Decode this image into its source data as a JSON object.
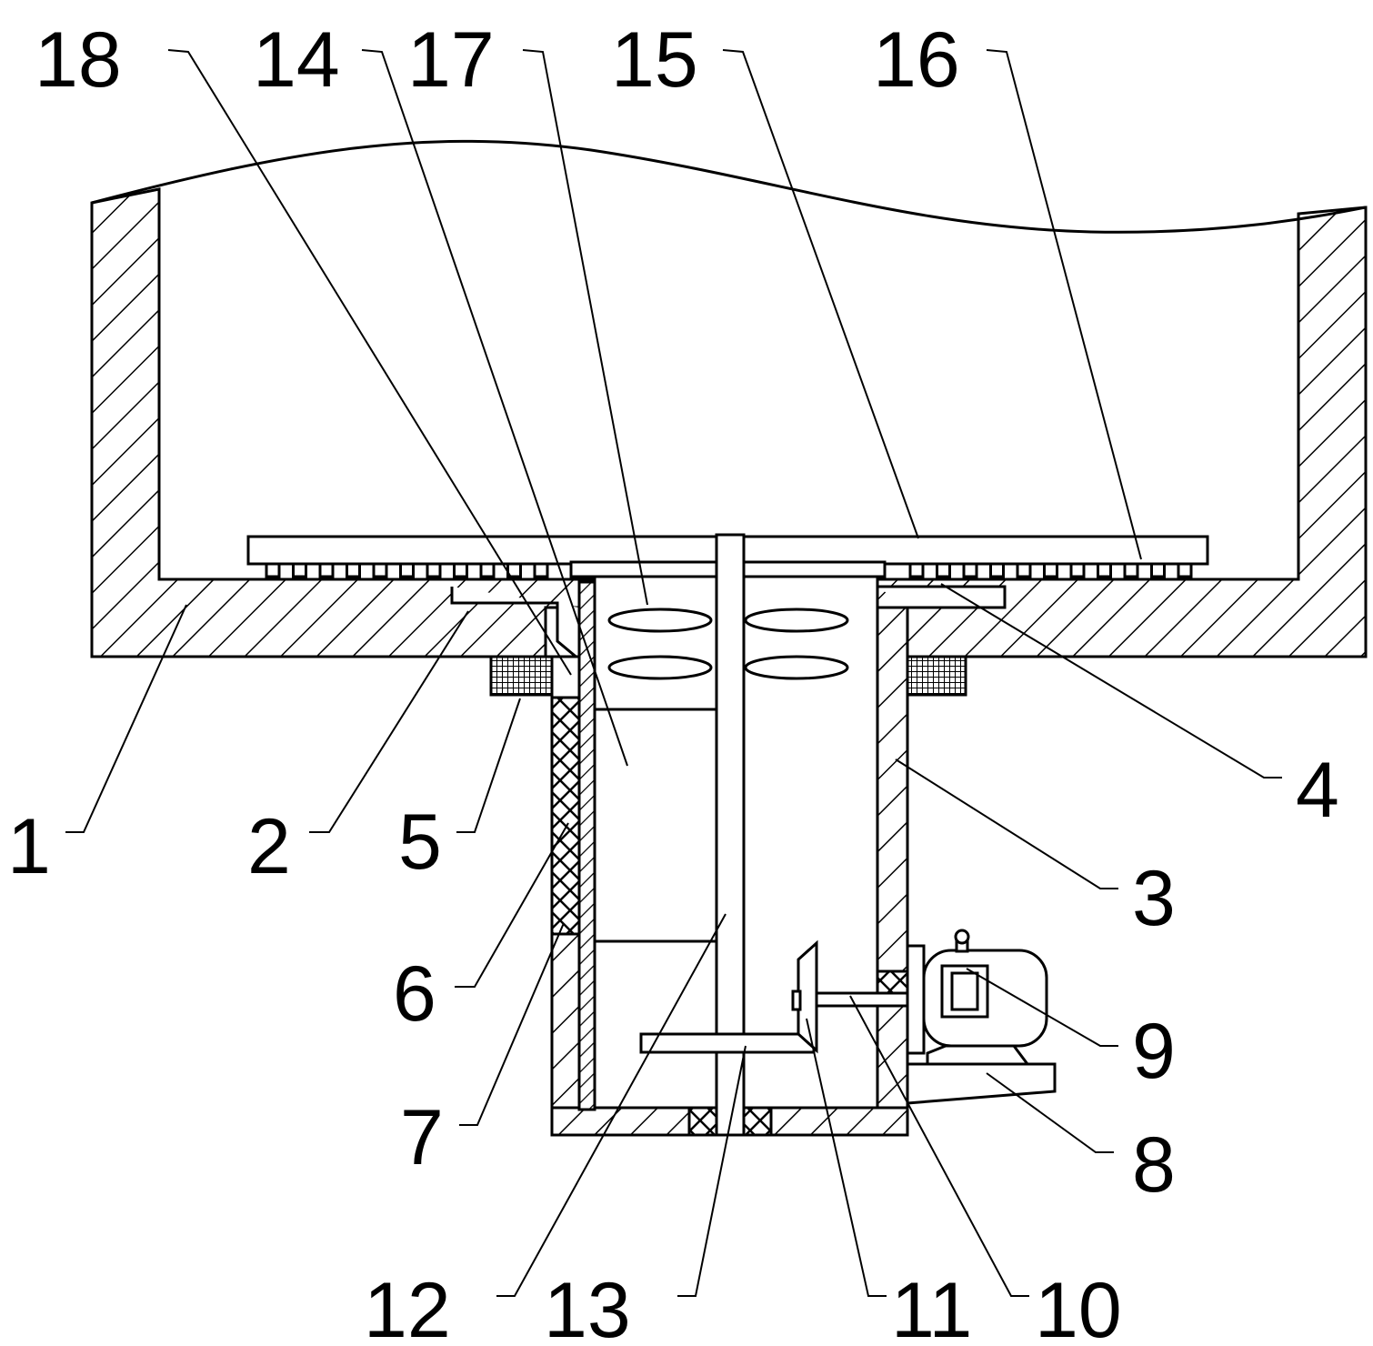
{
  "figure": {
    "description_free": true,
    "labels": {
      "l1": "1",
      "l2": "2",
      "l3": "3",
      "l4": "4",
      "l5": "5",
      "l6": "6",
      "l7": "7",
      "l8": "8",
      "l9": "9",
      "l10": "10",
      "l11": "11",
      "l12": "12",
      "l13": "13",
      "l14": "14",
      "l15": "15",
      "l16": "16",
      "l17": "17",
      "l18": "18"
    }
  }
}
